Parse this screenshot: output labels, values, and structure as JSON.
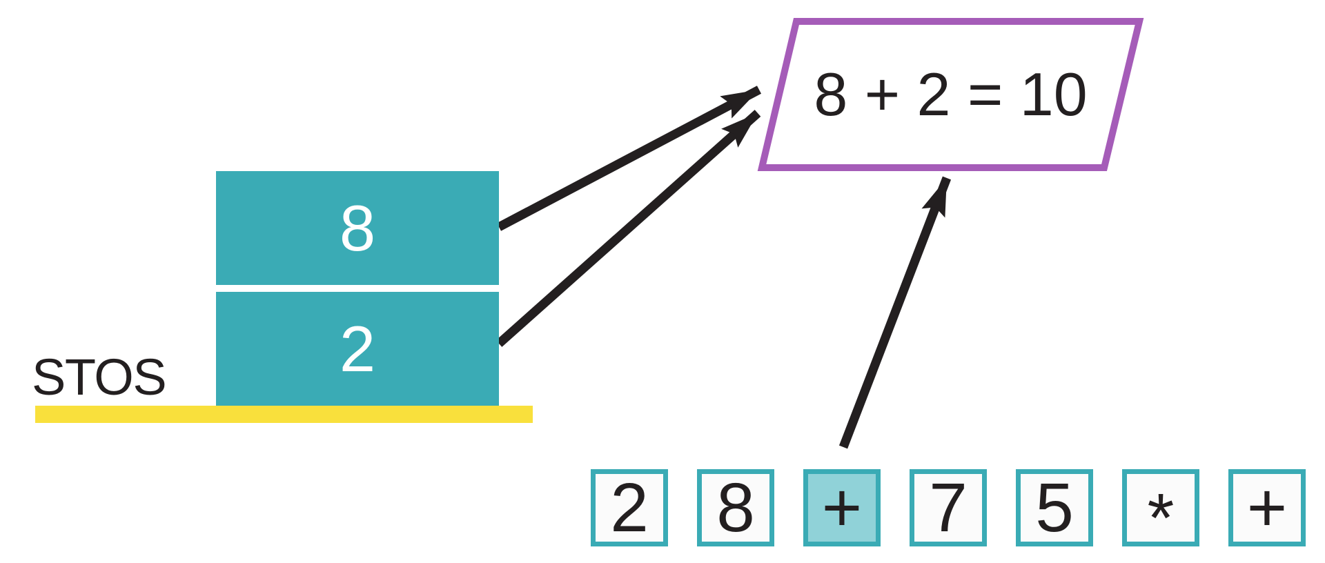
{
  "stack": {
    "label": "STOS",
    "items": [
      "8",
      "2"
    ]
  },
  "result": {
    "expression": "8 + 2 = 10"
  },
  "tokens": [
    {
      "value": "2",
      "highlighted": false
    },
    {
      "value": "8",
      "highlighted": false
    },
    {
      "value": "+",
      "highlighted": true
    },
    {
      "value": "7",
      "highlighted": false
    },
    {
      "value": "5",
      "highlighted": false
    },
    {
      "value": "*",
      "highlighted": false
    },
    {
      "value": "+",
      "highlighted": false
    }
  ],
  "colors": {
    "teal": "#3aabb5",
    "teal_light": "#90d2d8",
    "yellow": "#f9e03c",
    "purple": "#a55cb8",
    "ink": "#231f20",
    "token_bg": "#fbfbfb",
    "stack_text": "#ffffff"
  }
}
